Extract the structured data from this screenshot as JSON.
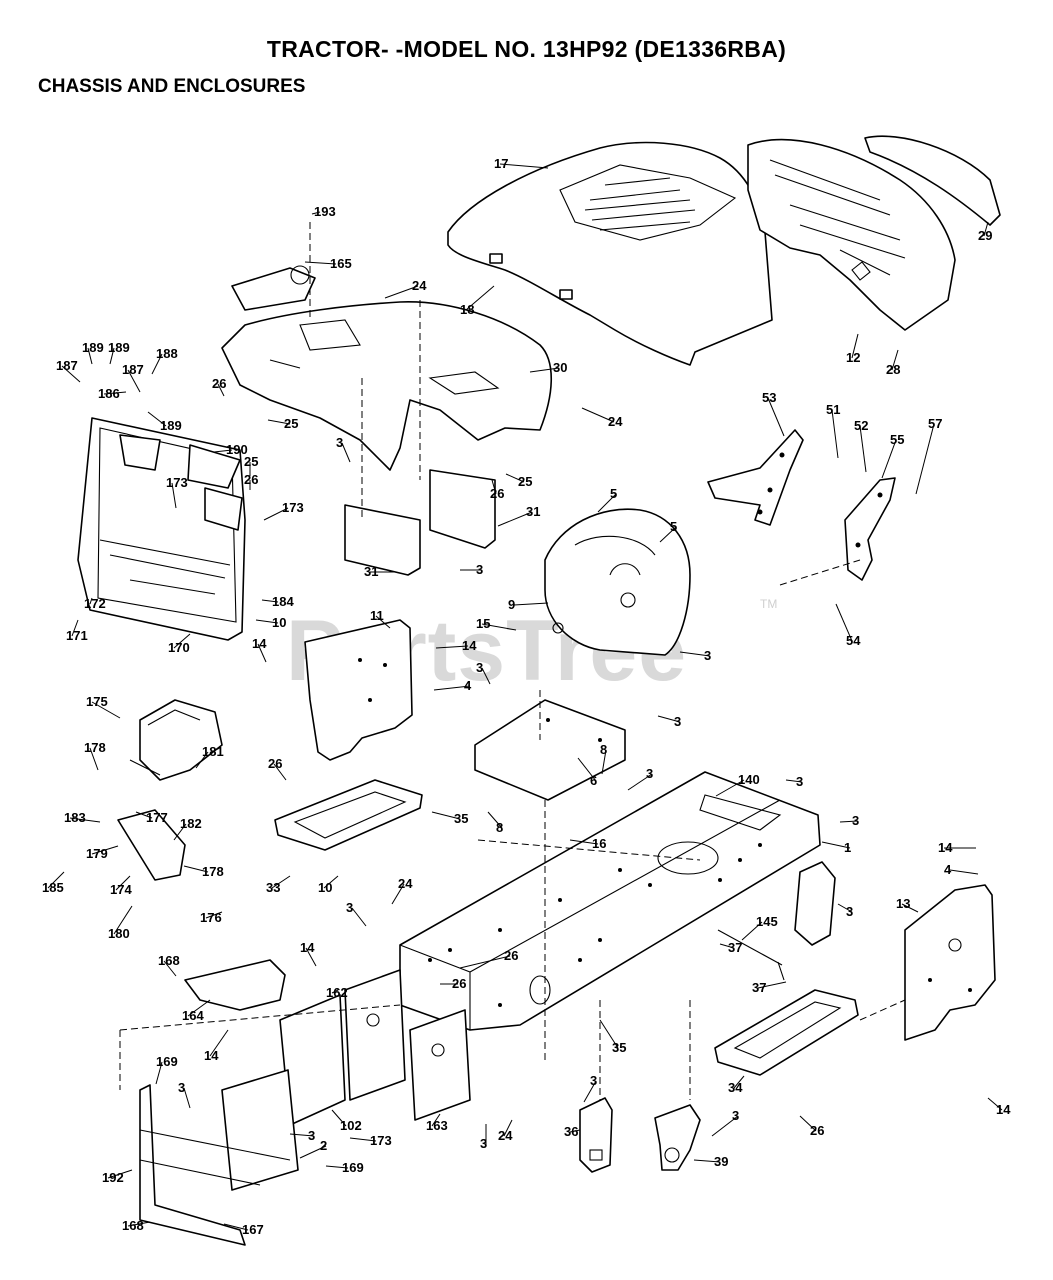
{
  "header": {
    "title": "TRACTOR- -MODEL NO. 13HP92 (DE1336RBA)",
    "subtitle": "CHASSIS AND ENCLOSURES"
  },
  "watermark": {
    "text": "PartsTree",
    "tm": "TM"
  },
  "callouts": [
    "193",
    "165",
    "17",
    "29",
    "24",
    "18",
    "12",
    "28",
    "30",
    "24",
    "187",
    "189",
    "189",
    "187",
    "186",
    "188",
    "189",
    "26",
    "25",
    "190",
    "25",
    "26",
    "173",
    "173",
    "172",
    "171",
    "170",
    "184",
    "10",
    "3",
    "26",
    "25",
    "31",
    "31",
    "3",
    "5",
    "5",
    "9",
    "3",
    "53",
    "51",
    "52",
    "55",
    "57",
    "54",
    "11",
    "14",
    "14",
    "4",
    "15",
    "3",
    "3",
    "175",
    "178",
    "181",
    "183",
    "177",
    "182",
    "179",
    "178",
    "185",
    "174",
    "176",
    "180",
    "26",
    "35",
    "33",
    "10",
    "6",
    "8",
    "8",
    "16",
    "140",
    "3",
    "3",
    "1",
    "3",
    "3",
    "14",
    "4",
    "13",
    "24",
    "3",
    "26",
    "26",
    "145",
    "37",
    "37",
    "168",
    "14",
    "162",
    "164",
    "14",
    "35",
    "34",
    "169",
    "3",
    "3",
    "102",
    "173",
    "163",
    "3",
    "24",
    "36",
    "3",
    "39",
    "3",
    "26",
    "14",
    "192",
    "169",
    "2",
    "168",
    "167"
  ]
}
